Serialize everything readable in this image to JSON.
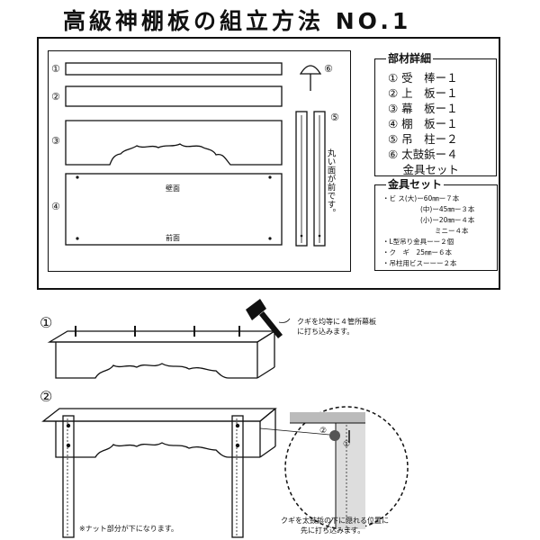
{
  "title": "高級神棚板の組立方法 NO.1",
  "parts": {
    "labels": [
      "①",
      "②",
      "③",
      "④",
      "⑤",
      "⑥"
    ],
    "panel_top": "壁面",
    "panel_bottom": "前面",
    "post_note": "丸い面が前です。"
  },
  "parts_list": {
    "title": "部材詳細",
    "rows": [
      "① 受　棒ー１",
      "② 上　板ー１",
      "③ 幕　板ー１",
      "④ 棚　板ー１",
      "⑤ 吊　柱ー２",
      "⑥ 太鼓鋲ー４",
      "　 金具セット"
    ]
  },
  "hardware": {
    "title": "金具セット",
    "rows": [
      "・ビ ス(大)ー60㎜ー７本",
      "(中)ー45㎜ー３本",
      "(小)ー20㎜ー４本",
      "ミニー４本",
      "・L型吊り金具ーー２個",
      "・ク　ギ　25㎜ー６本",
      "・吊柱用ビスーーー２本"
    ]
  },
  "steps": {
    "step1_label": "①",
    "step1_note_1": "クギを均等に４管所幕板",
    "step1_note_2": "に打ち込みます。",
    "step2_label": "②",
    "step2_note": "※ナット部分が下になります。",
    "detail_labels": [
      "②",
      "①"
    ],
    "detail_note_1": "クギを太鼓鋲の下に隠れる位置に",
    "detail_note_2": "先に打ち込みます。"
  }
}
